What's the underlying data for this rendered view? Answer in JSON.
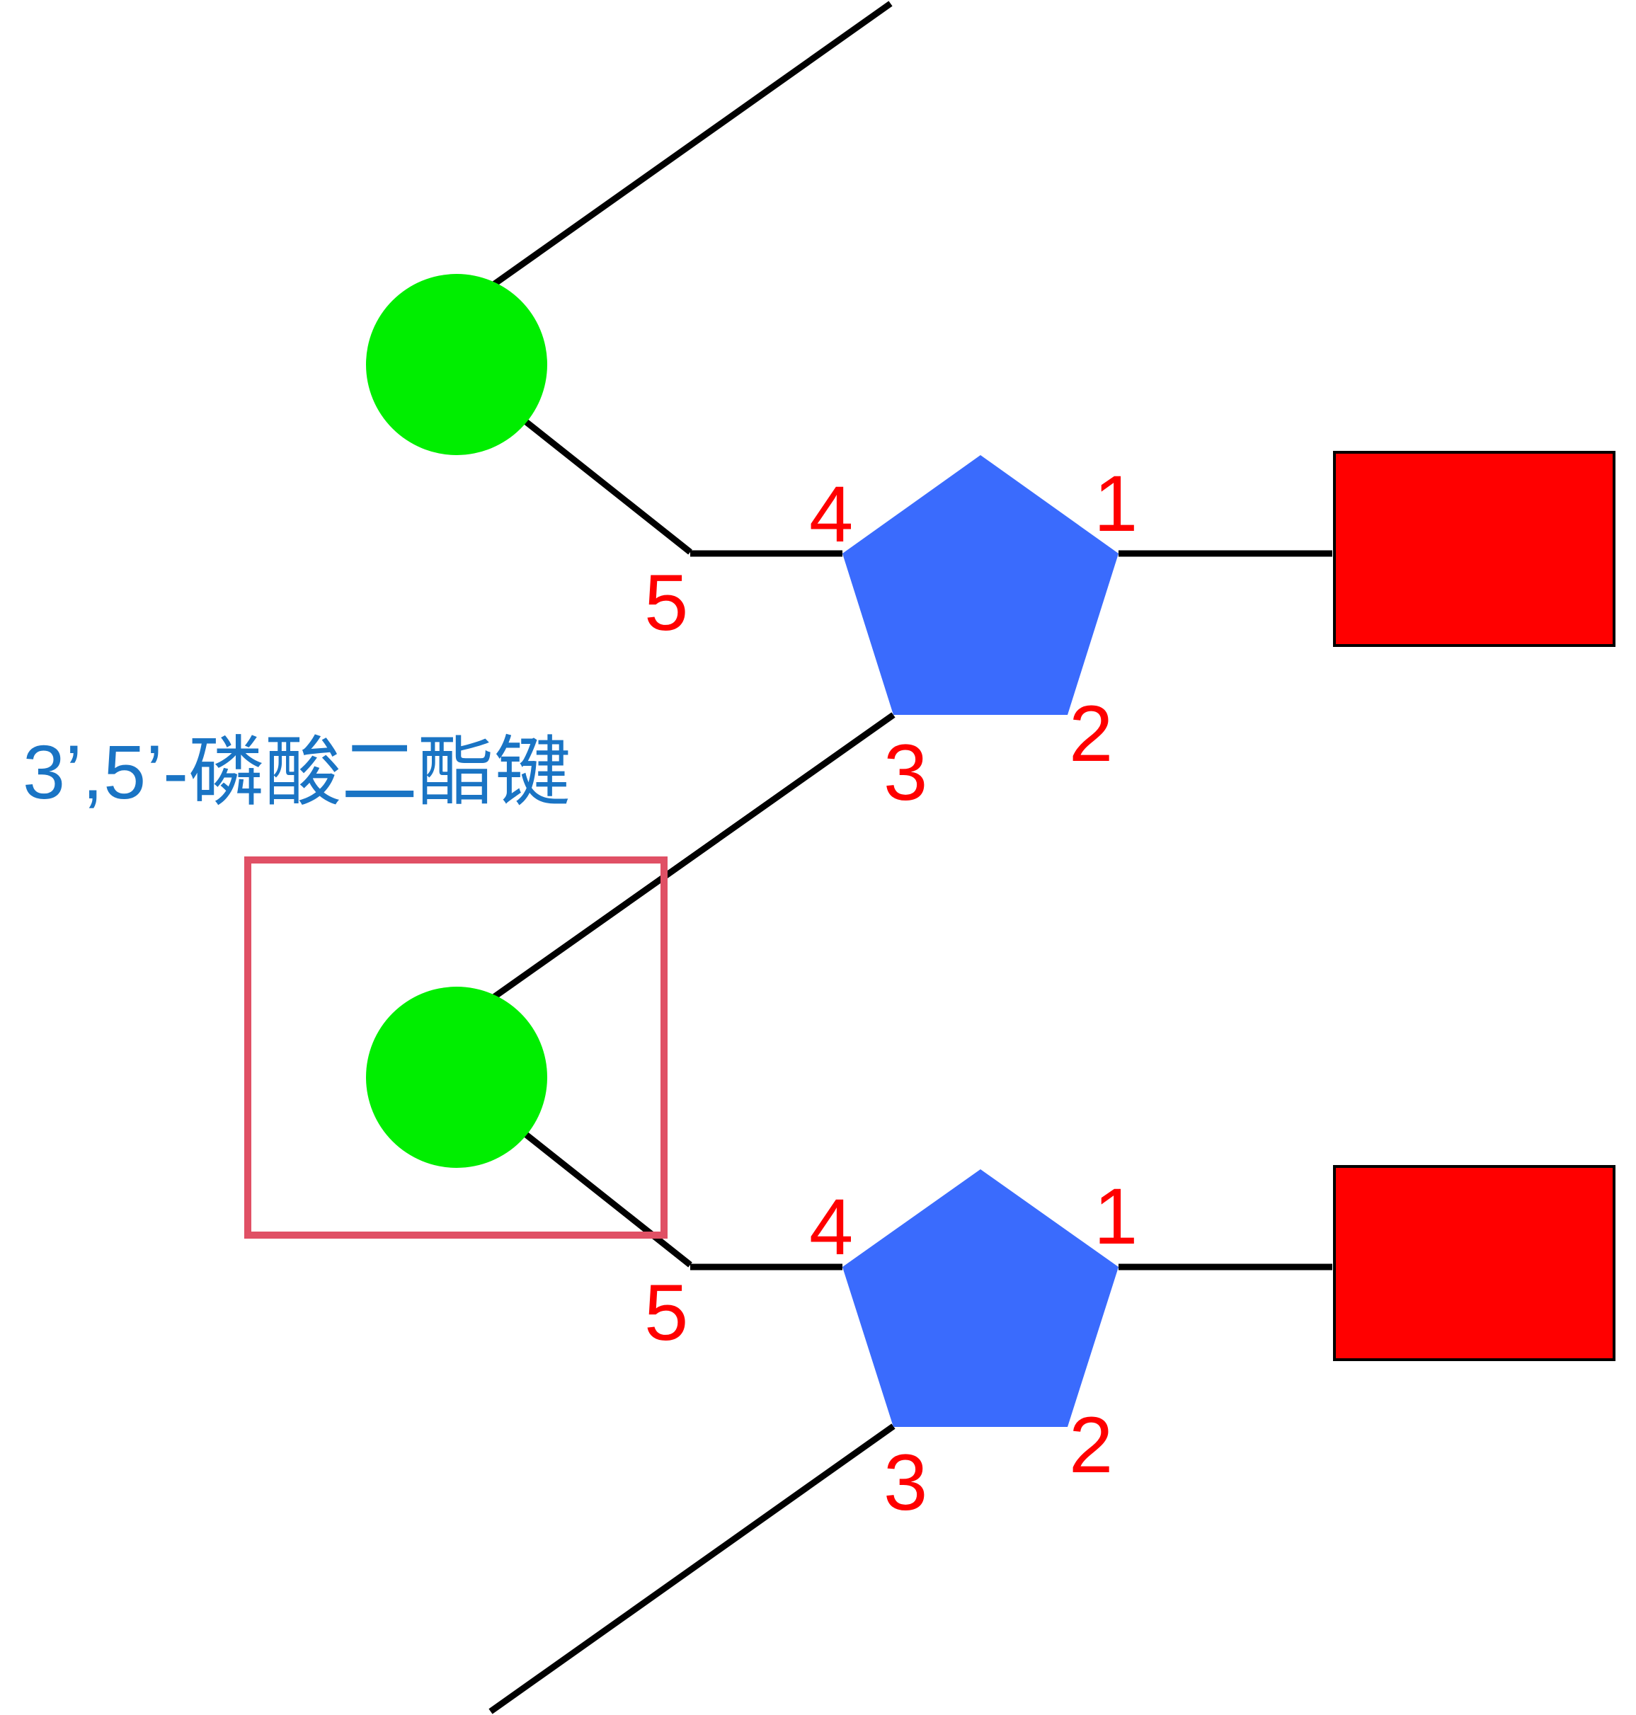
{
  "caption": "3’,5’-磷酸二酯键",
  "units": [
    {
      "labels": {
        "c1": "1",
        "c2": "2",
        "c3": "3",
        "c4": "4",
        "c5": "5"
      }
    },
    {
      "labels": {
        "c1": "1",
        "c2": "2",
        "c3": "3",
        "c4": "4",
        "c5": "5"
      }
    }
  ],
  "legend_shapes": {
    "phosphate": "green-circle",
    "sugar": "blue-pentagon",
    "base": "red-rectangle"
  },
  "colors": {
    "phosphate": "#00ee00",
    "sugar": "#3a6bfd",
    "base": "#ff0000",
    "number_labels": "#ff0000",
    "caption": "#1a74c4",
    "highlight_box": "#e05065",
    "bond": "#000000"
  }
}
